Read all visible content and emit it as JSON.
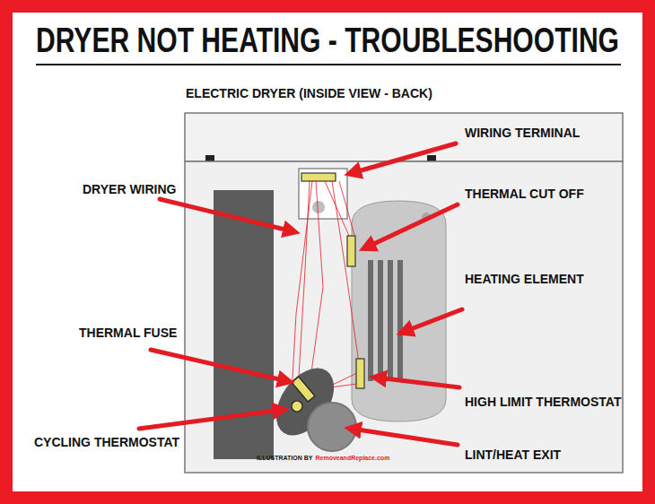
{
  "diagram": {
    "title": "DRYER NOT HEATING - TROUBLESHOOTING",
    "labels": [
      "ELECTRIC DRYER (INSIDE VIEW - BACK)",
      "WIRING TERMINAL",
      "DRYER WIRING",
      "THERMAL CUT OFF",
      "HEATING ELEMENT",
      "THERMAL FUSE",
      "HIGH LIMIT THERMOSTAT",
      "CYCLING THERMOSTAT",
      "LINT/HEAT EXIT",
      "ILLUSTRATION BY",
      "RemoveandReplace.com"
    ]
  }
}
